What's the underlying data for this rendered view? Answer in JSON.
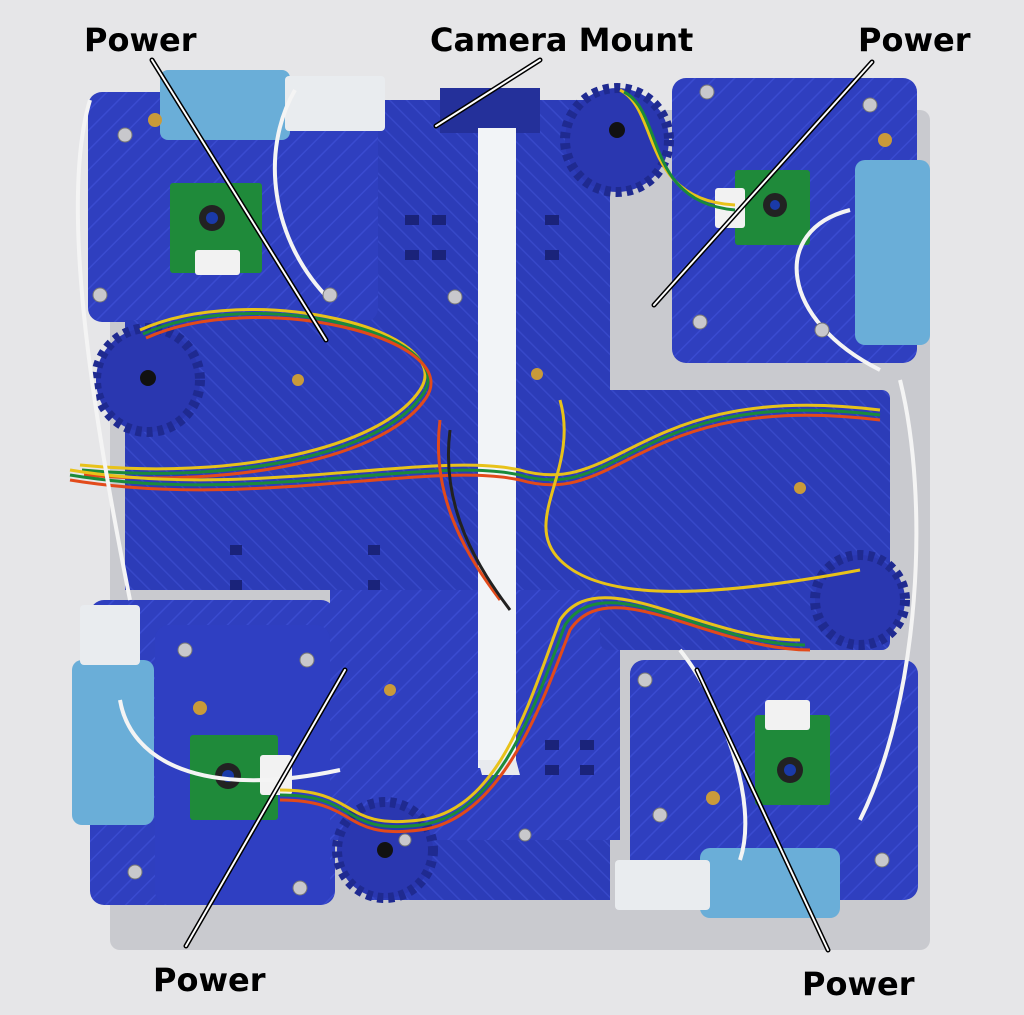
{
  "annotations": {
    "power_top_left": "Power",
    "camera_mount": "Camera Mount",
    "power_top_right": "Power",
    "power_bottom_left": "Power",
    "power_bottom_right": "Power"
  },
  "colors": {
    "background": "#e6e6e8",
    "chassis_blue": "#2f3fbf",
    "servo_blue": "#6aaed8",
    "pcb_green": "#1f8a3a",
    "ribbon_white": "#f2f4f7"
  }
}
